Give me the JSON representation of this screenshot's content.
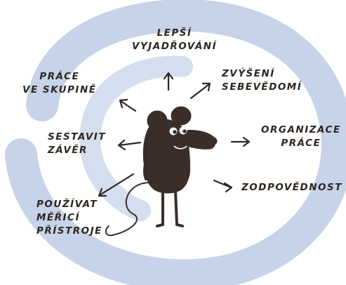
{
  "colors": {
    "swirl": "#c6d3e8",
    "ink": "#2f2622",
    "mouse": "#3b2e29",
    "background": "#ffffff"
  },
  "labels": {
    "better_expression": [
      "LEPŠÍ",
      "VYJADŘOVÁNÍ"
    ],
    "self_confidence": [
      "ZVÝŠENÍ",
      "SEBEVĚDOMÍ"
    ],
    "work_organization": [
      "ORGANIZACE",
      "PRÁCE"
    ],
    "responsibility": [
      "ZODPOVĚDNOST"
    ],
    "measuring_instruments": [
      "POUŽÍVAT",
      "MĚŘICÍ",
      "PŘÍSTROJE"
    ],
    "conclusion": [
      "SESTAVIT",
      "ZÁVĚR"
    ],
    "group_work": [
      "PRÁCE",
      "VE SKUPINĚ"
    ]
  },
  "icons": {
    "character": "mouse-icon",
    "arrows": "arrow-icon"
  }
}
